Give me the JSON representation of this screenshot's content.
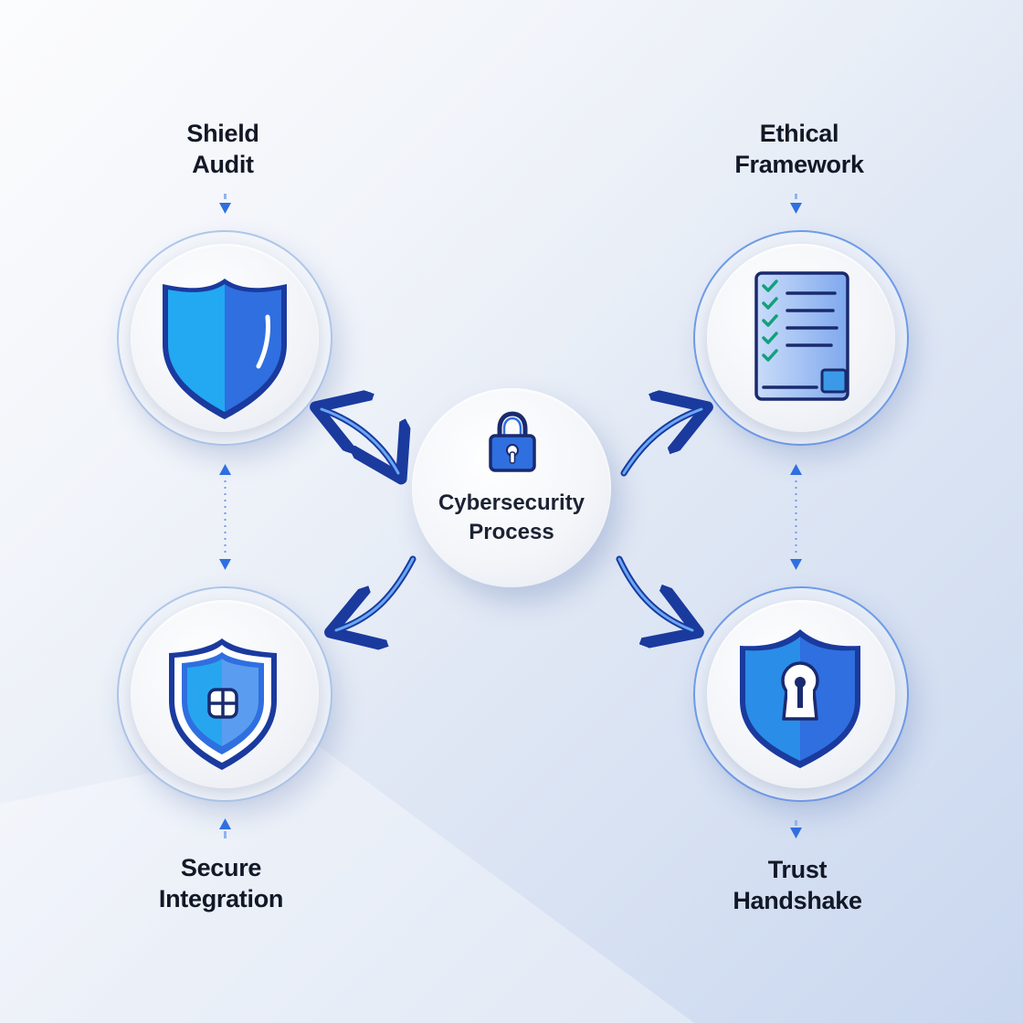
{
  "center": {
    "line1": "Cybersecurity",
    "line2": "Process",
    "icon": "padlock-icon"
  },
  "nodes": {
    "shield_audit": {
      "line1": "Shield",
      "line2": "Audit",
      "icon": "shield-icon"
    },
    "ethical_framework": {
      "line1": "Ethical",
      "line2": "Framework",
      "icon": "checklist-document-icon"
    },
    "secure_integration": {
      "line1": "Secure",
      "line2": "Integration",
      "icon": "shield-grid-icon"
    },
    "trust_handshake": {
      "line1": "Trust",
      "line2": "Handshake",
      "icon": "shield-keyhole-icon"
    }
  },
  "colors": {
    "accent": "#2f6fe0",
    "arrow": "#2a5fd6",
    "icon_light": "#22a8f0",
    "icon_dark": "#1a3a9e",
    "text": "#121826"
  }
}
